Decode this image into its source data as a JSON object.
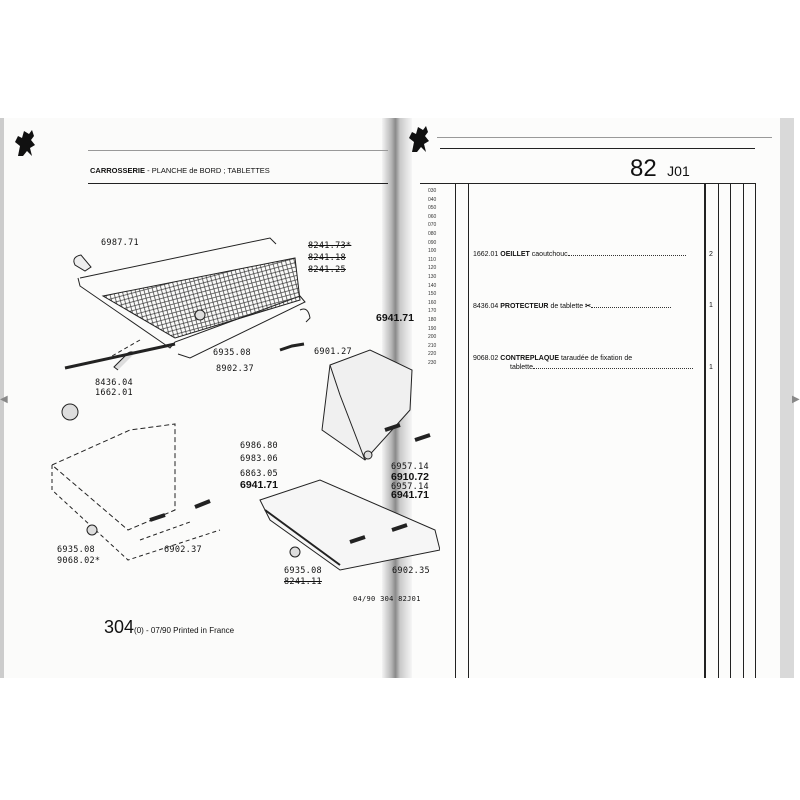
{
  "left_page": {
    "section_title_bold": "CARROSSERIE",
    "section_title_rest": "- PLANCHE de BORD ; TABLETTES",
    "diagram_labels": {
      "l6987_71": "6987.71",
      "l8241_73": "8241.73*",
      "l8241_18": "8241.18",
      "l8241_25": "8241.25",
      "l6941_71a": "6941.71",
      "l6935_08a": "6935.08",
      "l6901_27": "6901.27",
      "l8902_37a": "8902.37",
      "l8436_04": "8436.04",
      "l1662_01": "1662.01",
      "l6986_80": "6986.80",
      "l6983_06": "6983.06",
      "l6863_05": "6863.05",
      "l6941_71b": "6941.71",
      "l6935_08b": "6935.08",
      "l9068_02": "9068.02*",
      "l6902_37b": "6902.37",
      "l6957_14a": "6957.14",
      "l6910_72": "6910.72",
      "l6957_14b": "6957.14",
      "l6941_71c": "6941.71",
      "l6935_08c": "6935.08",
      "l8241_11": "8241.11",
      "l6902_35": "6902.35"
    },
    "diagram_ref": "04/90  304  82J01",
    "footer_model": "304",
    "footer_rest": "(0) - 07/90 Printed in France"
  },
  "right_page": {
    "page_number": "82",
    "page_code": "J01",
    "row_numbers": [
      "030",
      "040",
      "050",
      "060",
      "070",
      "080",
      "090",
      "100",
      "110",
      "120",
      "130",
      "140",
      "150",
      "160",
      "170",
      "180",
      "190",
      "200",
      "210",
      "220",
      "230"
    ],
    "items": [
      {
        "ref": "1662.01",
        "name": "OEILLET",
        "desc": "caoutchouc",
        "qty": "2"
      },
      {
        "ref": "8436.04",
        "name": "PROTECTEUR",
        "desc": "de tablette",
        "qty": "1"
      },
      {
        "ref": "9068.02",
        "name": "CONTREPLAQUE",
        "desc": "taraudée de fixation de",
        "desc2": "tablette",
        "qty": "1"
      }
    ]
  },
  "nav": {
    "prev": "◀",
    "next": "▶"
  }
}
